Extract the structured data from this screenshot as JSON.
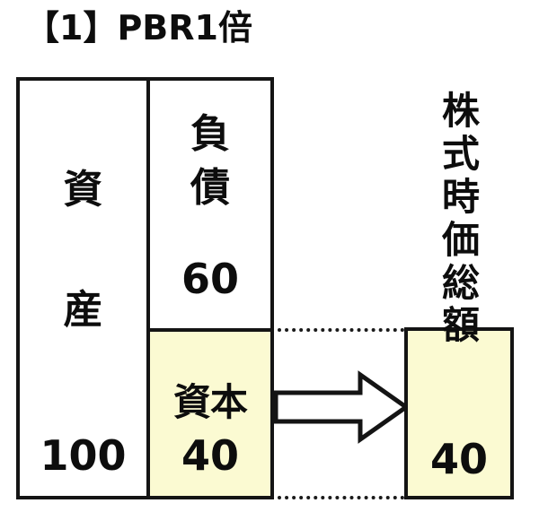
{
  "diagram": {
    "title": "【1】PBR1倍",
    "balance_sheet": {
      "assets": {
        "label_chars": [
          "資",
          "産"
        ],
        "label": "資産",
        "value": "100"
      },
      "liabilities": {
        "label_chars": [
          "負",
          "債"
        ],
        "label": "負債",
        "value": "60"
      },
      "capital": {
        "label": "資本",
        "value": "40"
      }
    },
    "market_cap": {
      "label": "株式時価総額",
      "label_chars": [
        "株",
        "式",
        "時",
        "価",
        "総",
        "額"
      ],
      "value": "40"
    },
    "arrow": {
      "name": "equals-arrow",
      "direction": "right"
    },
    "colors": {
      "highlight_fill": "#fbfad2",
      "plain_fill": "#ffffff",
      "stroke": "#141414",
      "text": "#0d0d0d",
      "background": "#ffffff"
    }
  }
}
